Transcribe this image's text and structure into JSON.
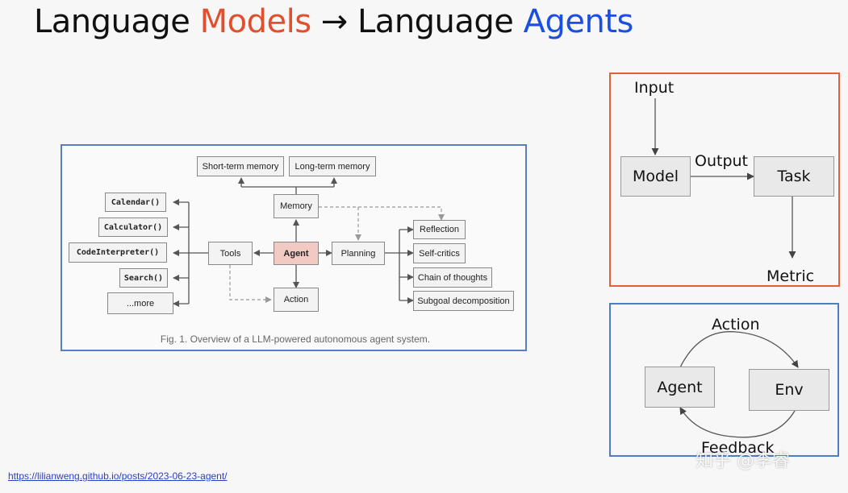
{
  "title": {
    "part1": "Language ",
    "part2": "Models",
    "arrow": " → ",
    "part3": "Language ",
    "part4": "Agents"
  },
  "figure": {
    "nodes": {
      "short_term_memory": "Short-term memory",
      "long_term_memory": "Long-term memory",
      "memory": "Memory",
      "agent": "Agent",
      "tools": "Tools",
      "planning": "Planning",
      "action": "Action",
      "calendar": "Calendar()",
      "calculator": "Calculator()",
      "code_interpreter": "CodeInterpreter()",
      "search": "Search()",
      "more": "...more",
      "reflection": "Reflection",
      "self_critics": "Self-critics",
      "chain_of_thoughts": "Chain of thoughts",
      "subgoal_decomposition": "Subgoal decomposition"
    },
    "caption": "Fig. 1. Overview of a LLM-powered autonomous agent system."
  },
  "lm_panel": {
    "input": "Input",
    "model": "Model",
    "output": "Output",
    "task": "Task",
    "metric": "Metric"
  },
  "agent_panel": {
    "action": "Action",
    "agent": "Agent",
    "env": "Env",
    "feedback": "Feedback"
  },
  "source_link": "https://lilianweng.github.io/posts/2023-06-23-agent/",
  "watermark": "知乎 @李睿",
  "colors": {
    "models_accent": "#e0502e",
    "agents_accent": "#1b4fe0",
    "red_panel_border": "#e2603c",
    "blue_panel_border": "#4f7dc4",
    "agent_node_fill": "#f3c9c4"
  }
}
